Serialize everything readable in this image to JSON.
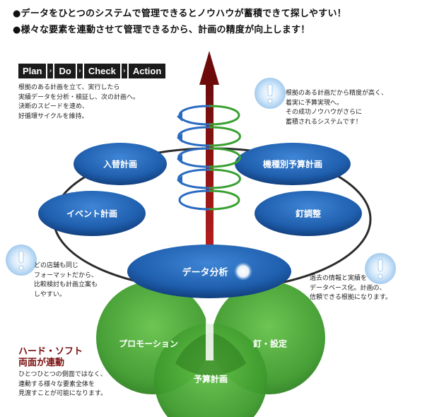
{
  "headlines": [
    "●データをひとつのシステムで管理できるとノウハウが蓄積できて探しやすい！",
    "●様々な要素を連動させて管理できるから、計画の精度が向上します！"
  ],
  "pdca": [
    "Plan",
    "Do",
    "Check",
    "Action"
  ],
  "pdca_separator": "›",
  "notes": {
    "top_left": [
      "根拠のある計画を立て、実行したら",
      "実績データを分析・検証し、次の計画へ。",
      "決断のスピードを速め、",
      "好循環サイクルを維持。"
    ],
    "top_right": [
      "根拠のある計画だから精度が高く、",
      "着実に予算実現へ。",
      "その成功ノウハウがさらに",
      "蓄積されるシステムです！"
    ],
    "mid_left": [
      "どの店舗も同じ",
      "フォーマットだから、",
      "比較検討も計画立案も",
      "しやすい。"
    ],
    "mid_right": [
      "過去の情報と実績を",
      "データベース化。計画の、",
      "信頼できる根拠になります。"
    ],
    "bottom_left_title": [
      "ハード・ソフト",
      "両面が連動"
    ],
    "bottom_left": [
      "ひとつひとつの側面ではなく、",
      "連動する様々な要素全体を",
      "見渡すことが可能になります。"
    ]
  },
  "blue_bubbles": {
    "left_top": "入替計画",
    "right_top": "機種別予算計画",
    "left_mid": "イベント計画",
    "right_mid": "釘調整",
    "center": "データ分析"
  },
  "green_circles": {
    "left": "プロモーション",
    "right": "釘・設定",
    "bottom": "予算計画"
  },
  "icons": {
    "info": "exclamation-icon",
    "arrow": "up-arrow-icon"
  },
  "colors": {
    "blue": "#1f5fae",
    "green": "#3d9a2c",
    "arrow_red": "#8e1212",
    "bubble_light": "#9fc8ef"
  }
}
